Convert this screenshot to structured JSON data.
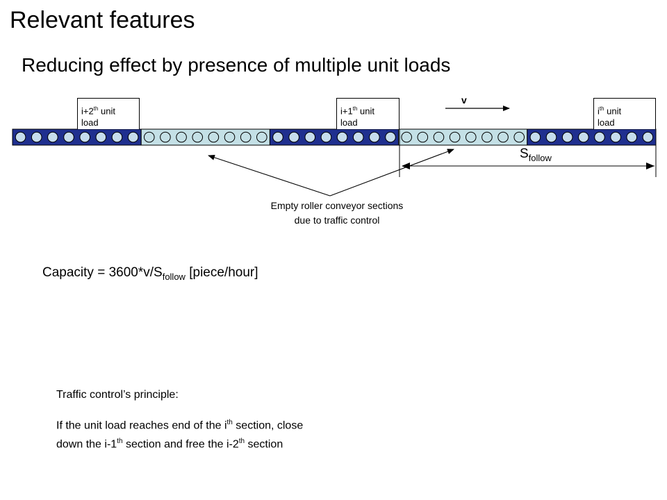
{
  "slide": {
    "title": "Relevant features",
    "subtitle": "Reducing effect by presence of multiple unit loads"
  },
  "loads": {
    "i_plus_2": {
      "prefix": "i+2",
      "sup": "th",
      "unit": " unit",
      "load": "load"
    },
    "i_plus_1": {
      "prefix": "i+1",
      "sup": "th",
      "unit": " unit",
      "load": "load"
    },
    "i": {
      "prefix": "i",
      "sup": "th",
      "unit": " unit",
      "load": "load"
    }
  },
  "velocity_label": "v",
  "spacing_label": {
    "base": "S",
    "sub": "follow"
  },
  "caption": {
    "line1": "Empty roller conveyor sections",
    "line2": "due to traffic control"
  },
  "capacity": {
    "pre": "Capacity = 3600*v/S",
    "sub": "follow",
    "post": " [piece/hour]"
  },
  "principle": {
    "heading": "Traffic control’s principle:",
    "t1": "If the unit load reaches end of the i",
    "s1": "th",
    "t2": " section, close",
    "t3": "down the i-1",
    "s2": "th",
    "t4": " section and free the i-2",
    "s3": "th",
    "t5": " section"
  },
  "colors": {
    "occupied_roller_fill": "#c6dced",
    "occupied_section_fill": "#1f2f8f",
    "empty_section_fill": "#c4e0e6",
    "empty_roller_fill": "#c4e0e6",
    "outline": "#000000"
  },
  "conveyor": {
    "sections": [
      "occupied",
      "empty",
      "occupied",
      "empty",
      "occupied"
    ]
  }
}
